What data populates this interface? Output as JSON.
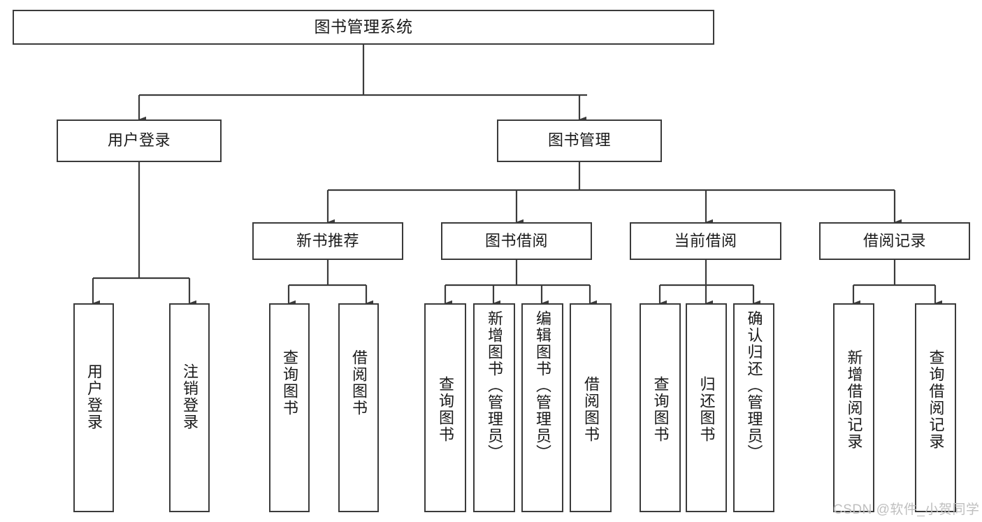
{
  "diagram": {
    "title": "图书管理系统",
    "type": "hierarchy-tree",
    "nodes": {
      "root": {
        "label": "图书管理系统"
      },
      "level2": [
        {
          "id": "user-login",
          "label": "用户登录"
        },
        {
          "id": "book-management",
          "label": "图书管理"
        }
      ],
      "level3": [
        {
          "id": "new-book-recommend",
          "label": "新书推荐"
        },
        {
          "id": "book-borrow",
          "label": "图书借阅"
        },
        {
          "id": "current-borrow",
          "label": "当前借阅"
        },
        {
          "id": "borrow-record",
          "label": "借阅记录"
        }
      ],
      "leaves": {
        "user_login": [
          {
            "id": "leaf-user-login",
            "label": "用户登录"
          },
          {
            "id": "leaf-logout-login",
            "label": "注销登录"
          }
        ],
        "new_book_recommend": [
          {
            "id": "leaf-query-book-1",
            "label": "查询图书"
          },
          {
            "id": "leaf-borrow-book-1",
            "label": "借阅图书"
          }
        ],
        "book_borrow": [
          {
            "id": "leaf-query-book-2",
            "label": "查询图书"
          },
          {
            "id": "leaf-add-book",
            "label": "新增图书（管理员）"
          },
          {
            "id": "leaf-edit-book",
            "label": "编辑图书（管理员）"
          },
          {
            "id": "leaf-borrow-book-2",
            "label": "借阅图书"
          }
        ],
        "current_borrow": [
          {
            "id": "leaf-query-book-3",
            "label": "查询图书"
          },
          {
            "id": "leaf-return-book",
            "label": "归还图书"
          },
          {
            "id": "leaf-confirm-return",
            "label": "确认归还（管理员）"
          }
        ],
        "borrow_record": [
          {
            "id": "leaf-add-record",
            "label": "新增借阅记录"
          },
          {
            "id": "leaf-query-record",
            "label": "查询借阅记录"
          }
        ]
      }
    },
    "colors": {
      "stroke": "#3b3b3b",
      "fill": "#ffffff",
      "text": "#1a1a1a",
      "watermark": "#bfbfbf"
    }
  },
  "watermark": {
    "text": "CSDN @软件_小贺同学"
  }
}
